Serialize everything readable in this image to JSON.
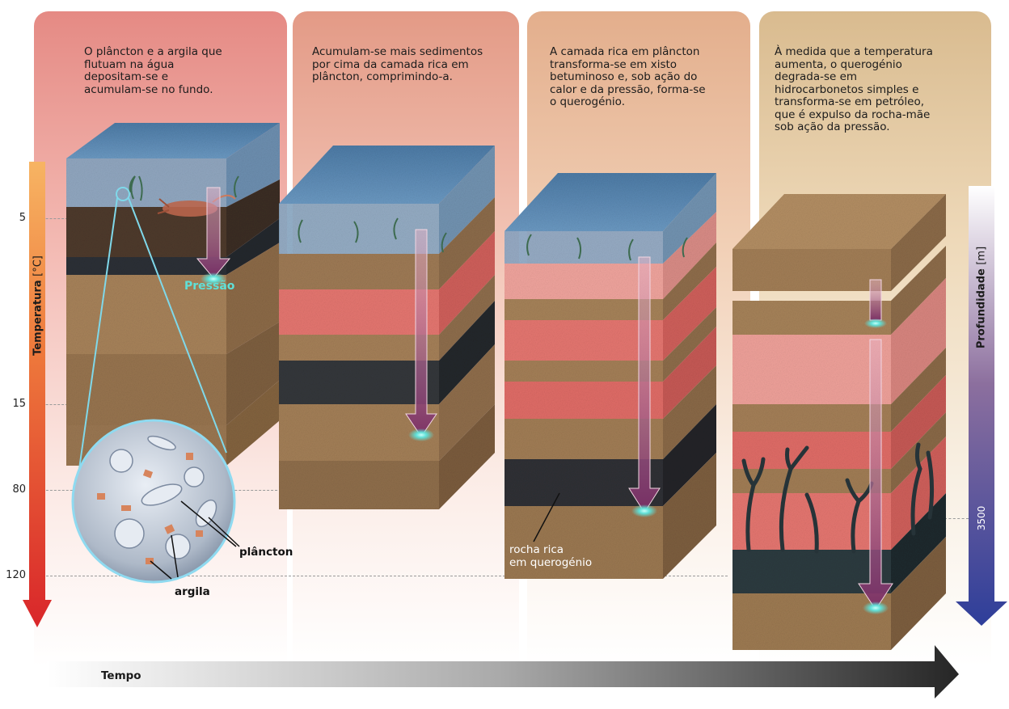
{
  "panels": [
    {
      "caption": "O plâncton e a argila que\nflutuam na água\ndepositam-se e\nacumulam-se no fundo."
    },
    {
      "caption": "Acumulam-se mais sedimentos\npor cima da camada rica em\nplâncton, comprimindo-a."
    },
    {
      "caption": "A camada rica em plâncton\ntransforma-se em xisto\nbetuminoso e, sob ação do\ncalor e da pressão, forma-se\no querogénio."
    },
    {
      "caption": "À medida que a temperatura\naumenta, o querogénio\ndegrada-se em\nhidrocarbonetos simples e\ntransforma-se em petróleo,\nque é expulso da rocha-mãe\nsob ação da pressão."
    }
  ],
  "labels": {
    "pressure": "Pressão",
    "plankton": "plâncton",
    "clay": "argila",
    "kerogen_rock": "rocha rica\nem querogénio"
  },
  "axes": {
    "temperature": {
      "title": "Temperatura",
      "unit": "[°C]",
      "ticks": [
        "5",
        "15",
        "80",
        "120"
      ]
    },
    "depth": {
      "title": "Profundidade",
      "unit": "[m]",
      "tick": "3500"
    },
    "time": {
      "title": "Tempo"
    }
  },
  "colors": {
    "temp_top": "#f4a04a",
    "temp_bottom": "#d9262a",
    "depth_top": "#ffffff",
    "depth_bottom": "#2e3e9a",
    "water": "#5c89b2",
    "sediment": "#b38a5f",
    "plankton_layer": "#e8736e",
    "shale": "#2f3236",
    "pressure_glow": "#5fe0d8"
  }
}
